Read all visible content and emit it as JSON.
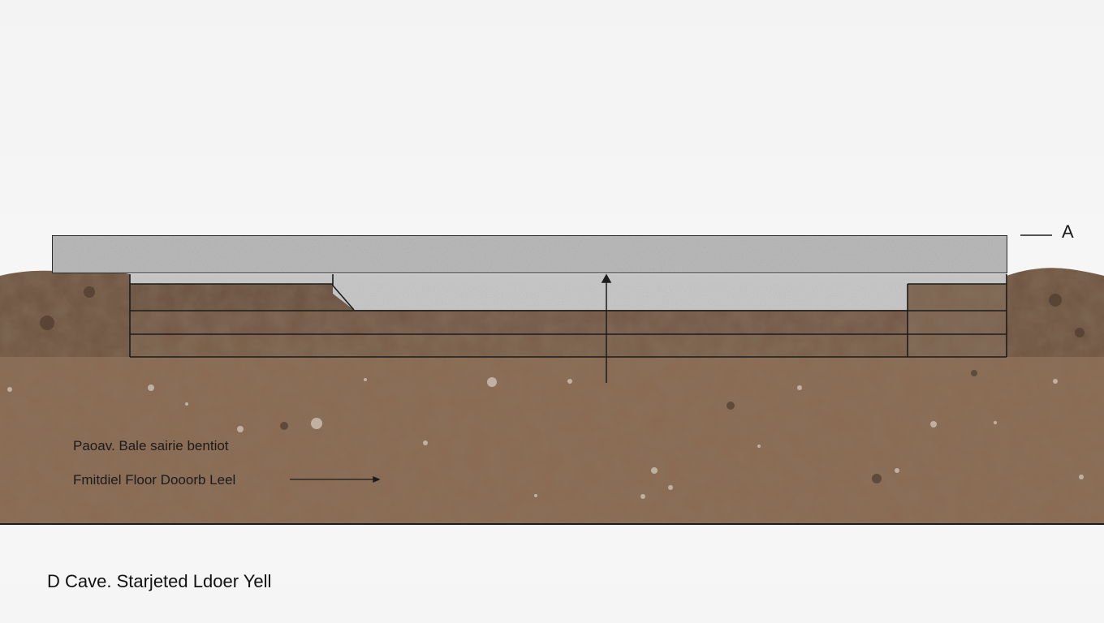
{
  "labels": {
    "marker": "A",
    "sub_base": "Paoav. Bale sairie bentiot",
    "finished_floor": "Fmitdiel Floor Dooorb Leel",
    "caption": "D Cave. Starjeted Ldoer Yell"
  },
  "colors": {
    "background": "#f5f5f5",
    "slab": "#bdbdbd",
    "gravel_fill": "#c9c9c9",
    "soil_dark": "#6b5040",
    "soil_mid": "#7a5e49",
    "soil_light": "#8a6a52",
    "outline": "#1c1c1c"
  },
  "icons": {
    "marker_leader": "horizontal-line",
    "elevation_arrow": "vertical-arrow-up",
    "floor_pointer": "arrow-right"
  }
}
